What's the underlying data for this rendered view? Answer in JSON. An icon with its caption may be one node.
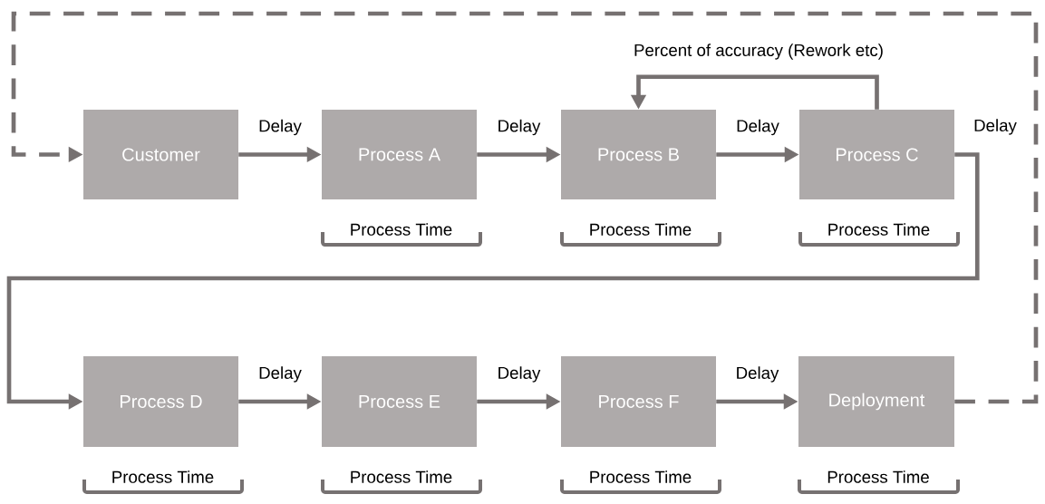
{
  "diagram": {
    "nodes": [
      {
        "text": [
          "Customer"
        ]
      },
      {
        "text": [
          "Process A"
        ],
        "beside": [
          "Process Time"
        ]
      },
      {
        "text": [
          "Process B"
        ],
        "beside": [
          "Process Time"
        ]
      },
      {
        "text": [
          "Process C"
        ],
        "beside": [
          "Process Time"
        ]
      },
      {
        "text": [
          "Process D"
        ],
        "beside": [
          "Process Time"
        ]
      },
      {
        "text": [
          "Process E"
        ],
        "beside": [
          "Process Time"
        ]
      },
      {
        "text": [
          "Process F"
        ],
        "beside": [
          "Process Time"
        ]
      },
      {
        "text": [
          "Deployment"
        ],
        "beside": [
          "Process Time"
        ]
      }
    ],
    "edges": [
      {
        "from": 0,
        "to": 1,
        "arrow": "to",
        "label": "Delay"
      },
      {
        "from": 1,
        "to": 2,
        "arrow": "to",
        "label": "Delay"
      },
      {
        "from": 2,
        "to": 3,
        "arrow": "to",
        "label": "Delay"
      },
      {
        "from": 3,
        "to": 2,
        "arrow": "to",
        "label": "Percent of accuracy (Rework etc)"
      },
      {
        "from": 3,
        "to": 4,
        "arrow": "to",
        "label": "Delay"
      },
      {
        "from": 4,
        "to": 5,
        "arrow": "to",
        "label": "Delay"
      },
      {
        "from": 5,
        "to": 6,
        "arrow": "to",
        "label": "Delay"
      },
      {
        "from": 6,
        "to": 7,
        "arrow": "to",
        "label": "Delay"
      },
      {
        "from": 7,
        "to": 0,
        "arrow": "to",
        "style": "dashed"
      }
    ]
  }
}
